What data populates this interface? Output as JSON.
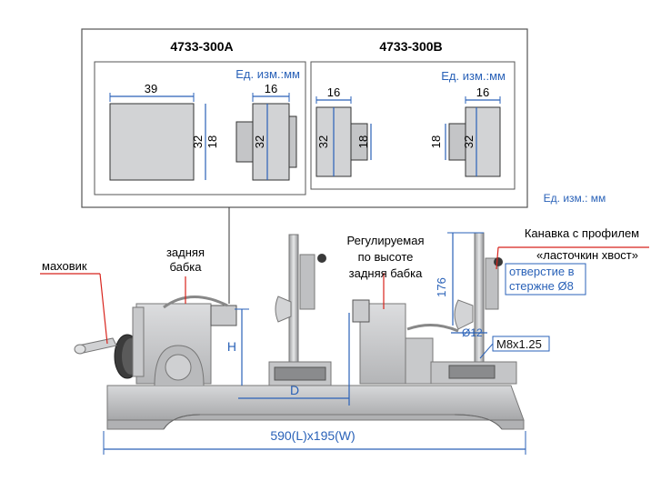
{
  "inset": {
    "panel_a": {
      "title": "4733-300A",
      "unit_label": "Ед. изм.:мм",
      "dims": {
        "width_left": "39",
        "width_right": "16",
        "h_big": "32",
        "h_small": "18",
        "h_right": "32"
      }
    },
    "panel_b": {
      "title": "4733-300B",
      "unit_label": "Ед. изм.:мм",
      "dims": {
        "width_left": "16",
        "h_left": "32",
        "h_left_small": "18",
        "width_right": "16",
        "h_right_small": "18",
        "h_right": "32"
      }
    }
  },
  "labels": {
    "unit": "Ед. изм.: мм",
    "handwheel": "маховик",
    "tailstock": [
      "задняя",
      "бабка"
    ],
    "adjustable": [
      "Регулируемая",
      "по высоте",
      "задняя бабка"
    ],
    "dovetail": [
      "Канавка с профилем",
      "«ласточкин хвост»"
    ],
    "hole": [
      "отверстие в",
      "стержне Ø8"
    ],
    "thread": "M8x1.25",
    "height_176": "176",
    "diam_12": "Ø12",
    "dim_h": "H",
    "dim_d": "D",
    "base_size": "590(L)x195(W)"
  },
  "colors": {
    "accent_blue": "#2a62b8",
    "leader_red": "#d8231c",
    "machine_gray": "#c9cacc",
    "inset_fill": "#d2d3d5"
  }
}
